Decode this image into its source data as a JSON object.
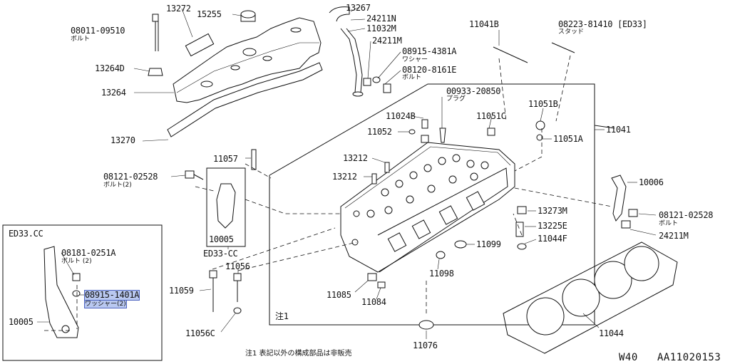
{
  "parts": {
    "p13272": "13272",
    "p15255": "15255",
    "p13267": "13267",
    "p24211N": "24211N",
    "p11032M": "11032M",
    "p24211M_top": "24211M",
    "p08915_4381A": "08915-4381A",
    "p08915_4381A_sub": "ワシャー",
    "p08120_8161E": "08120-8161E",
    "p08120_8161E_sub": "ボルト",
    "p08011_09510": "08011-09510",
    "p08011_09510_sub": "ボルト",
    "p13264D": "13264D",
    "p13264": "13264",
    "p13270": "13270",
    "p11041B": "11041B",
    "p08223_81410": "08223-81410 [ED33]",
    "p08223_81410_sub": "スタッド",
    "p00933_20850": "00933-20850",
    "p00933_20850_sub": "プラグ",
    "p11024B": "11024B",
    "p11051C": "11051C",
    "p11051B": "11051B",
    "p11052": "11052",
    "p11051A": "11051A",
    "p11041": "11041",
    "p11057": "11057",
    "p13212_a": "13212",
    "p13212_b": "13212",
    "p08121_02528_left": "08121-02528",
    "p08121_02528_left_sub": "ボルト(2)",
    "p10005_mid": "10005",
    "pED33CC_mid": "ED33-CC",
    "p13273M": "13273M",
    "p13225E": "13225E",
    "p11044F": "11044F",
    "p11099": "11099",
    "p11098": "11098",
    "p10006": "10006",
    "p08121_02528_right": "08121-02528",
    "p08121_02528_right_sub": "ボルト",
    "p24211M_right": "24211M",
    "p11056": "11056",
    "p11059": "11059",
    "p11056C": "11056C",
    "p11085": "11085",
    "p11084": "11084",
    "p11076": "11076",
    "p11044": "11044",
    "note_mark": "注1"
  },
  "inset": {
    "title": "ED33.CC",
    "p08181_0251A": "08181-0251A",
    "p08181_0251A_sub": "ボルト (2)",
    "p08915_1401A": "08915-1401A",
    "p08915_1401A_sub": "ワッシャー(2)",
    "p10005": "10005"
  },
  "footer": {
    "note": "注1  表記以外の構成部品は非販売",
    "page_code": "W40",
    "diagram_id": "AA11020153"
  },
  "colors": {
    "highlight_fill": "#b9c8f0",
    "highlight_border": "#4d64c0",
    "line": "#111111"
  }
}
